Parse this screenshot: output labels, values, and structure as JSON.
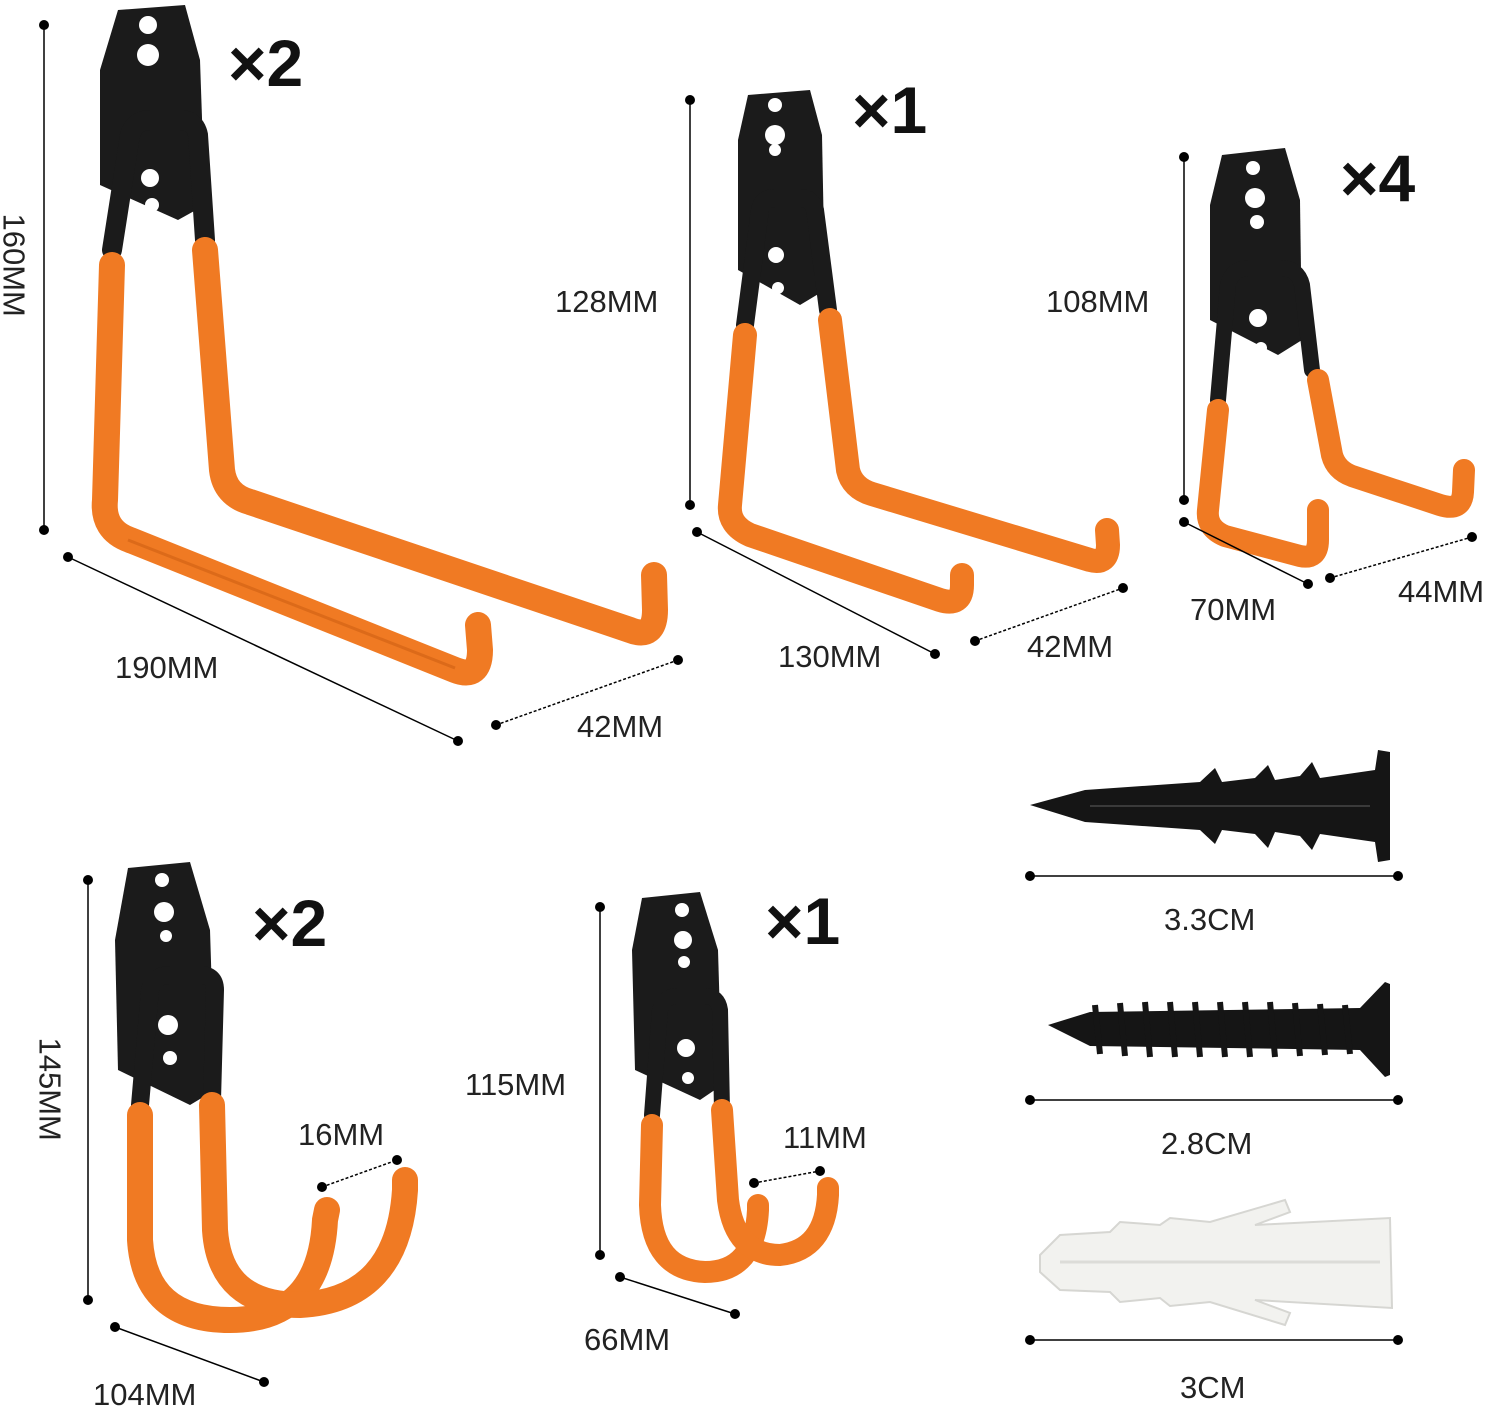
{
  "colors": {
    "coating": "#f07a23",
    "coating_dark": "#c85a10",
    "metal": "#1b1b1b",
    "anchor_white": "#f2f2ef",
    "line": "#000000"
  },
  "hooks": [
    {
      "id": "large-utility",
      "quantity": "×2",
      "height": "160MM",
      "length": "190MM",
      "width": "42MM"
    },
    {
      "id": "medium-utility",
      "quantity": "×1",
      "height": "128MM",
      "length": "130MM",
      "width": "42MM"
    },
    {
      "id": "small-utility",
      "quantity": "×4",
      "height": "108MM",
      "length": "70MM",
      "width": "44MM"
    },
    {
      "id": "large-j",
      "quantity": "×2",
      "height": "145MM",
      "length": "104MM",
      "width": "16MM"
    },
    {
      "id": "small-j",
      "quantity": "×1",
      "height": "115MM",
      "length": "66MM",
      "width": "11MM"
    }
  ],
  "hardware": [
    {
      "id": "drywall-anchor",
      "icon": "drywall-anchor-icon",
      "length": "3.3CM"
    },
    {
      "id": "screw",
      "icon": "screw-icon",
      "length": "2.8CM"
    },
    {
      "id": "plastic-anchor",
      "icon": "plastic-anchor-icon",
      "length": "3CM"
    }
  ]
}
